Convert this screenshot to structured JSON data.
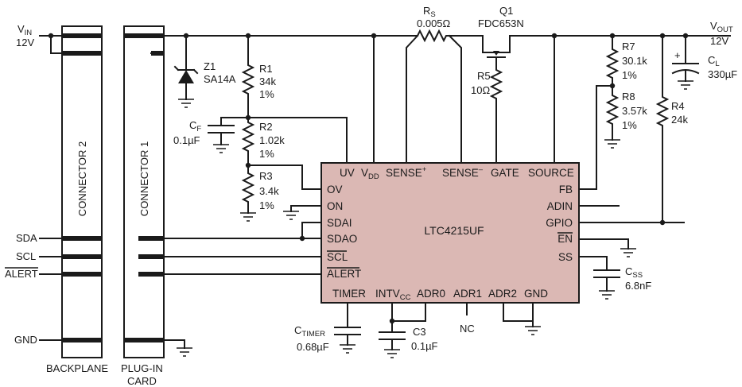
{
  "power": {
    "vin_label": "V",
    "vin_sub": "IN",
    "vin_value": "12V",
    "vout_label": "V",
    "vout_sub": "OUT",
    "vout_value": "12V"
  },
  "connectors": {
    "connector2": "CONNECTOR 2",
    "connector1": "CONNECTOR 1",
    "backplane": "BACKPLANE",
    "plugin_line1": "PLUG-IN",
    "plugin_line2": "CARD"
  },
  "signals": {
    "sda": "SDA",
    "scl": "SCL",
    "alert": "ALERT",
    "gnd": "GND"
  },
  "components": {
    "rs_name": "R",
    "rs_sub": "S",
    "rs_value": "0.005Ω",
    "q1_name": "Q1",
    "q1_part": "FDC653N",
    "r5_name": "R5",
    "r5_value": "10Ω",
    "z1_name": "Z1",
    "z1_part": "SA14A",
    "r1_name": "R1",
    "r1_value": "34k",
    "r1_tol": "1%",
    "cf_name": "C",
    "cf_sub": "F",
    "cf_value": "0.1µF",
    "r2_name": "R2",
    "r2_value": "1.02k",
    "r2_tol": "1%",
    "r3_name": "R3",
    "r3_value": "3.4k",
    "r3_tol": "1%",
    "r7_name": "R7",
    "r7_value": "30.1k",
    "r7_tol": "1%",
    "r8_name": "R8",
    "r8_value": "3.57k",
    "r8_tol": "1%",
    "r4_name": "R4",
    "r4_value": "24k",
    "cl_name": "C",
    "cl_sub": "L",
    "cl_value": "330µF",
    "css_name": "C",
    "css_sub": "SS",
    "css_value": "6.8nF",
    "ctimer_name": "C",
    "ctimer_sub": "TIMER",
    "ctimer_value": "0.68µF",
    "c3_name": "C3",
    "c3_value": "0.1µF",
    "nc": "NC"
  },
  "chip": {
    "name": "LTC4215UF",
    "top_pins": {
      "uv": "UV",
      "vdd": "V",
      "vdd_sub": "DD",
      "sense_plus": "SENSE",
      "sense_plus_sup": "+",
      "sense_minus": "SENSE",
      "sense_minus_sup": "–",
      "gate": "GATE",
      "source": "SOURCE"
    },
    "left_pins": {
      "ov": "OV",
      "on": "ON",
      "sdai": "SDAI",
      "sdao": "SDAO",
      "scl": "SCL",
      "alert": "ALERT"
    },
    "right_pins": {
      "fb": "FB",
      "adin": "ADIN",
      "gpio": "GPIO",
      "en": "EN",
      "ss": "SS"
    },
    "bottom_pins": {
      "timer": "TIMER",
      "intvcc": "INTV",
      "intvcc_sub": "CC",
      "adr0": "ADR0",
      "adr1": "ADR1",
      "adr2": "ADR2",
      "gnd": "GND"
    },
    "fill_color": "#dbb8b4",
    "border_color": "#1a1a1a"
  }
}
